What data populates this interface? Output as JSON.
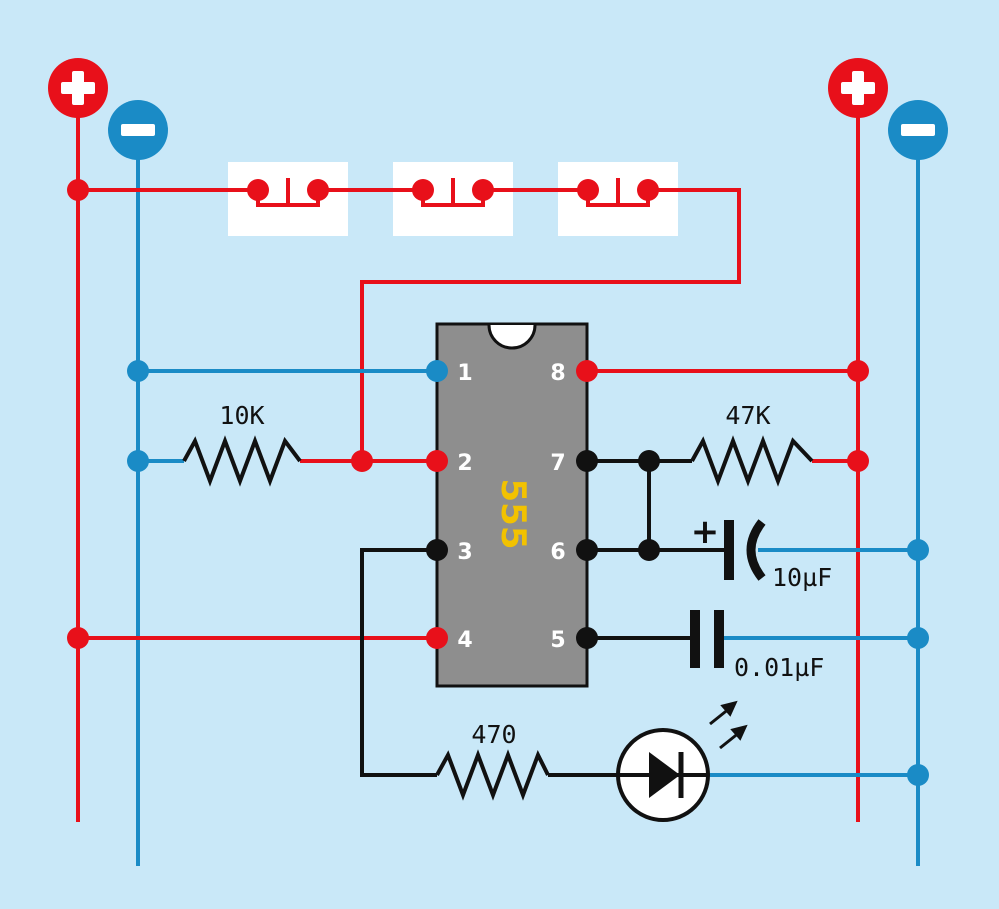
{
  "colors": {
    "background": "#c9e8f8",
    "positive": "#e8101a",
    "negative": "#1a8bc6",
    "signal": "#111111",
    "chip_body": "#8e8e8e",
    "chip_text": "#f2c200",
    "switch_panel": "#ffffff"
  },
  "ic": {
    "label": "555",
    "pins": [
      {
        "number": "1"
      },
      {
        "number": "2"
      },
      {
        "number": "3"
      },
      {
        "number": "4"
      },
      {
        "number": "5"
      },
      {
        "number": "6"
      },
      {
        "number": "7"
      },
      {
        "number": "8"
      }
    ]
  },
  "components": {
    "r1": "10K",
    "r2": "47K",
    "r3": "470",
    "c1": "10µF",
    "c1_polarity": "+",
    "c2": "0.01µF"
  },
  "rails": {
    "positive_symbol": "+",
    "negative_symbol": "−"
  },
  "switch_count": 3,
  "icons": [
    "plus-terminal-icon",
    "minus-terminal-icon",
    "pushbutton-switch-icon",
    "resistor-icon",
    "capacitor-icon",
    "led-icon",
    "light-emission-arrows-icon"
  ]
}
